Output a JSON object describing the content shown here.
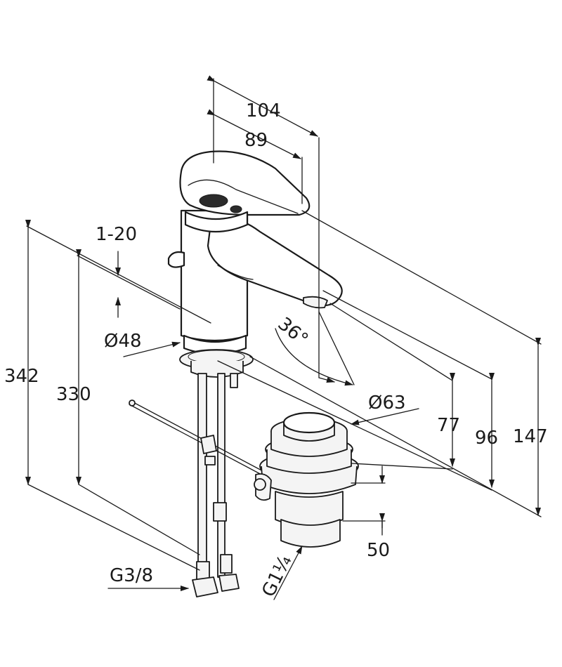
{
  "dimensions": {
    "width_total": "104",
    "width_spout": "89",
    "clamping": "1-20",
    "dia_body": "Ø48",
    "angle": "36°",
    "dia_waste": "Ø63",
    "height_77": "77",
    "height_96": "96",
    "height_147": "147",
    "height_342": "342",
    "height_330": "330",
    "waste_50": "50",
    "thread_supply": "G3/8",
    "thread_waste": "G1¼"
  }
}
